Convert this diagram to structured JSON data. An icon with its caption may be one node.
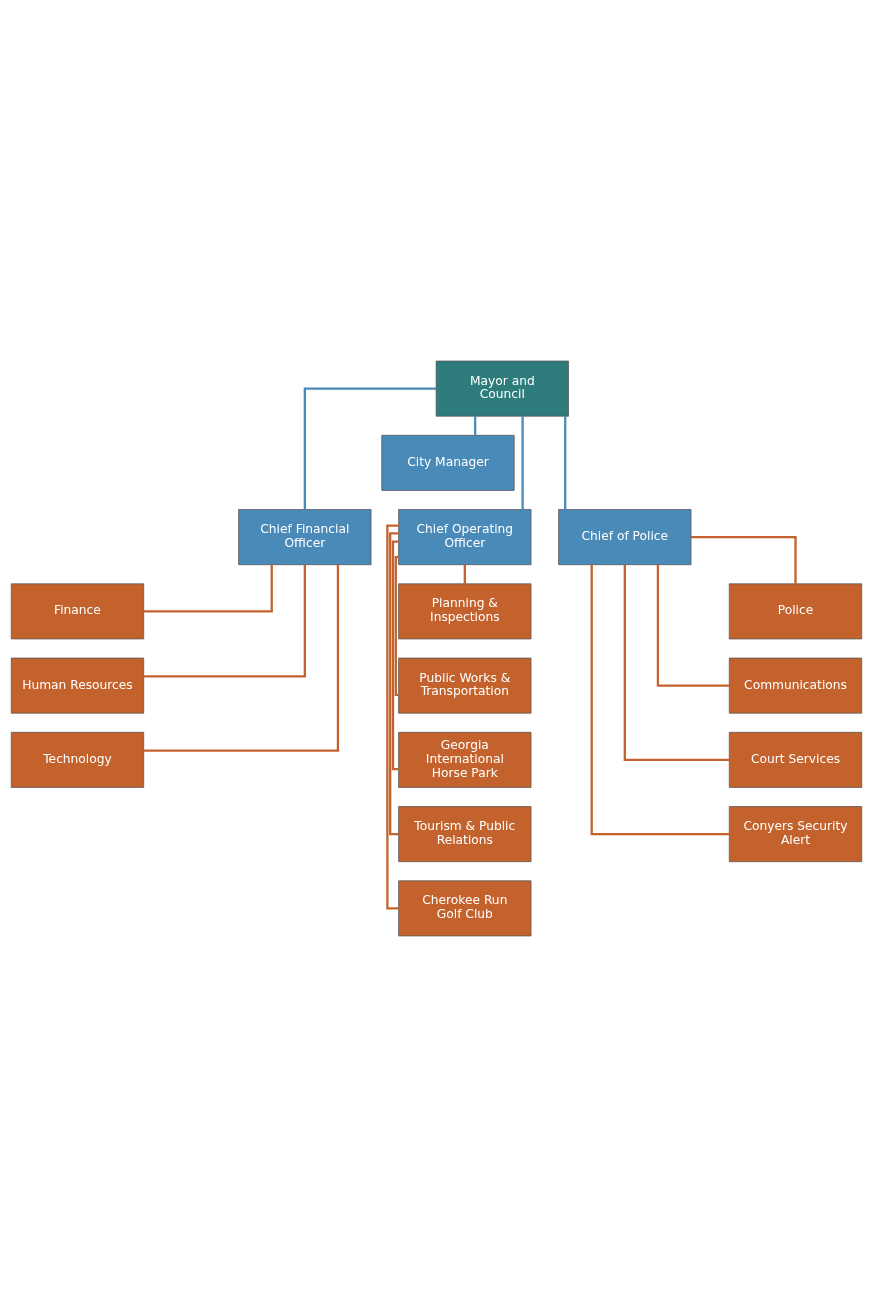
{
  "diagram": {
    "nodes": [
      {
        "text": [
          "Mayor and Council"
        ]
      },
      {
        "text": [
          "City Manager"
        ]
      },
      {
        "text": [
          "Chief Financial Officer"
        ]
      },
      {
        "text": [
          "Chief Operating Officer"
        ]
      },
      {
        "text": [
          "Chief of Police"
        ]
      },
      {
        "text": [
          "Finance"
        ]
      },
      {
        "text": [
          "Human Resources"
        ]
      },
      {
        "text": [
          "Technology"
        ]
      },
      {
        "text": [
          "Planning & Inspections"
        ]
      },
      {
        "text": [
          "Public Works & Transportation"
        ]
      },
      {
        "text": [
          "Georgia International Horse Park"
        ]
      },
      {
        "text": [
          "Tourism & Public Relations"
        ]
      },
      {
        "text": [
          "Cherokee Run Golf Club"
        ]
      },
      {
        "text": [
          "Police"
        ]
      },
      {
        "text": [
          "Communications"
        ]
      },
      {
        "text": [
          "Court Services"
        ]
      },
      {
        "text": [
          "Conyers Security Alert"
        ]
      }
    ],
    "edges": [
      {
        "from": 0,
        "to": 1,
        "arrow": "none",
        "color": "#4a8ab8"
      },
      {
        "from": 0,
        "to": 2,
        "arrow": "none",
        "color": "#4a8ab8"
      },
      {
        "from": 0,
        "to": 3,
        "arrow": "none",
        "color": "#4a8ab8"
      },
      {
        "from": 0,
        "to": 4,
        "arrow": "none",
        "color": "#4a8ab8"
      },
      {
        "from": 2,
        "to": 5,
        "arrow": "none"
      },
      {
        "from": 2,
        "to": 6,
        "arrow": "none"
      },
      {
        "from": 2,
        "to": 7,
        "arrow": "none"
      },
      {
        "from": 3,
        "to": 8,
        "arrow": "none"
      },
      {
        "from": 3,
        "to": 9,
        "arrow": "none"
      },
      {
        "from": 3,
        "to": 10,
        "arrow": "none"
      },
      {
        "from": 3,
        "to": 11,
        "arrow": "none"
      },
      {
        "from": 3,
        "to": 12,
        "arrow": "none"
      },
      {
        "from": 4,
        "to": 13,
        "arrow": "none"
      },
      {
        "from": 4,
        "to": 14,
        "arrow": "none"
      },
      {
        "from": 4,
        "to": 15,
        "arrow": "none"
      },
      {
        "from": 4,
        "to": 16,
        "arrow": "none"
      }
    ]
  }
}
